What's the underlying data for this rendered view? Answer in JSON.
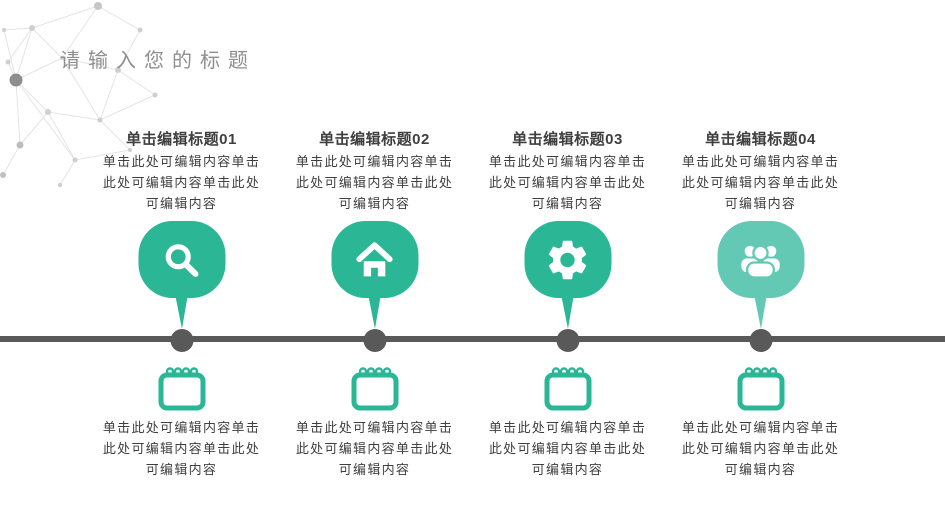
{
  "title": "请输入您的标题",
  "colors": {
    "teal": "#2bb795",
    "teal_light": "#63c9b4",
    "line_gray": "#595959",
    "title_gray": "#8f8f8f",
    "text_dark": "#3f3f3f"
  },
  "columns": [
    {
      "heading": "单击编辑标题01",
      "top_text": "单击此处可编辑内容单击此处可编辑内容单击此处可编辑内容",
      "bottom_text": "单击此处可编辑内容单击此处可编辑内容单击此处可编辑内容",
      "icon": "search-icon"
    },
    {
      "heading": "单击编辑标题02",
      "top_text": "单击此处可编辑内容单击此处可编辑内容单击此处可编辑内容",
      "bottom_text": "单击此处可编辑内容单击此处可编辑内容单击此处可编辑内容",
      "icon": "home-icon"
    },
    {
      "heading": "单击编辑标题03",
      "top_text": "单击此处可编辑内容单击此处可编辑内容单击此处可编辑内容",
      "bottom_text": "单击此处可编辑内容单击此处可编辑内容单击此处可编辑内容",
      "icon": "gear-icon"
    },
    {
      "heading": "单击编辑标题04",
      "top_text": "单击此处可编辑内容单击此处可编辑内容单击此处可编辑内容",
      "bottom_text": "单击此处可编辑内容单击此处可编辑内容单击此处可编辑内容",
      "icon": "users-icon"
    }
  ]
}
